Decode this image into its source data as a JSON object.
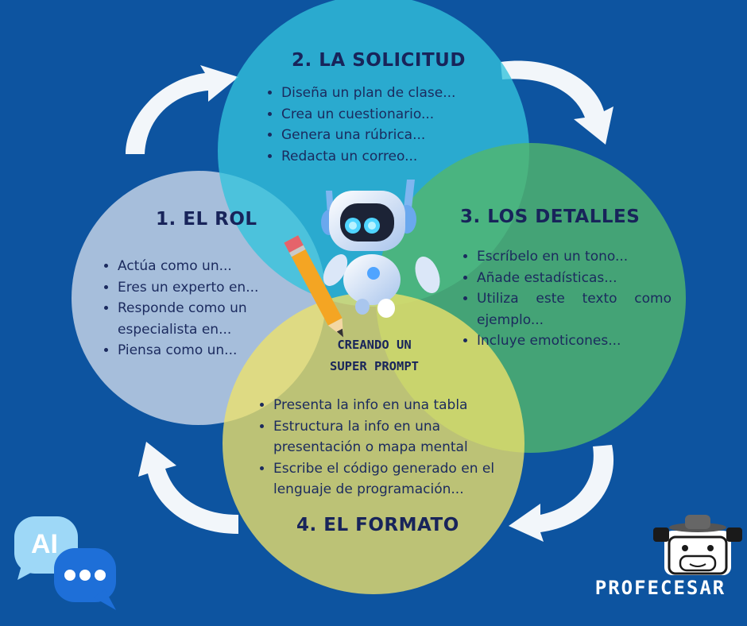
{
  "colors": {
    "background": "#0d54a0",
    "circle_rol": "#c8d5e8",
    "circle_solicitud": "#33c3dd",
    "circle_detalles": "#52b76b",
    "circle_formato": "#eee26a",
    "title_text": "#18245a"
  },
  "sections": {
    "rol": {
      "title": "1. EL ROL",
      "items": [
        "Actúa como un...",
        "Eres un experto en...",
        "Responde como un especialista en...",
        "Piensa como un..."
      ]
    },
    "solicitud": {
      "title": "2. LA SOLICITUD",
      "items": [
        "Diseña un plan de clase...",
        "Crea un cuestionario...",
        "Genera una rúbrica...",
        "Redacta un correo..."
      ]
    },
    "detalles": {
      "title": "3. LOS DETALLES",
      "items": [
        "Escríbelo en un tono...",
        "Añade estadísticas...",
        "Utiliza este texto como ejemplo...",
        "Incluye emoticones..."
      ]
    },
    "formato": {
      "title": "4. EL FORMATO",
      "items": [
        "Presenta la info en una tabla",
        "Estructura la info en una presentación o mapa mental",
        "Escribe el código generado en el lenguaje de programación..."
      ]
    }
  },
  "center": {
    "line1": "CREANDO UN",
    "line2": "SUPER PROMPT",
    "icon": "robot-with-pencil"
  },
  "badge": {
    "ai_text": "AI",
    "icon": "ai-chat-bubble-icon"
  },
  "brand": {
    "name": "PROFECESAR",
    "icon": "cow-with-hat-logo"
  }
}
